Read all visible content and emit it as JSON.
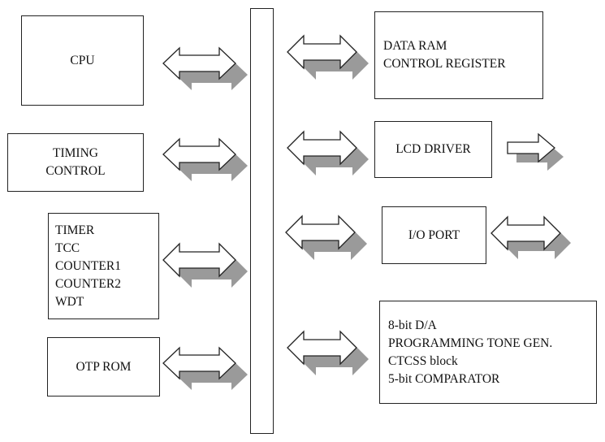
{
  "blocks": {
    "cpu": {
      "lines": [
        "CPU"
      ]
    },
    "timing": {
      "lines": [
        "TIMING",
        "CONTROL"
      ]
    },
    "timer": {
      "lines": [
        "TIMER",
        "TCC",
        "COUNTER1",
        "COUNTER2",
        "WDT"
      ]
    },
    "otp": {
      "lines": [
        "OTP ROM"
      ]
    },
    "dataram": {
      "lines": [
        "DATA RAM",
        "CONTROL REGISTER"
      ]
    },
    "lcd": {
      "lines": [
        "LCD DRIVER"
      ]
    },
    "io": {
      "lines": [
        "I/O PORT"
      ]
    },
    "da": {
      "lines": [
        "8-bit D/A",
        "PROGRAMMING TONE GEN.",
        "CTCSS block",
        "5-bit COMPARATOR"
      ]
    }
  },
  "colors": {
    "shadow": "#9a9a9a",
    "stroke": "#222222",
    "fill": "#ffffff"
  }
}
